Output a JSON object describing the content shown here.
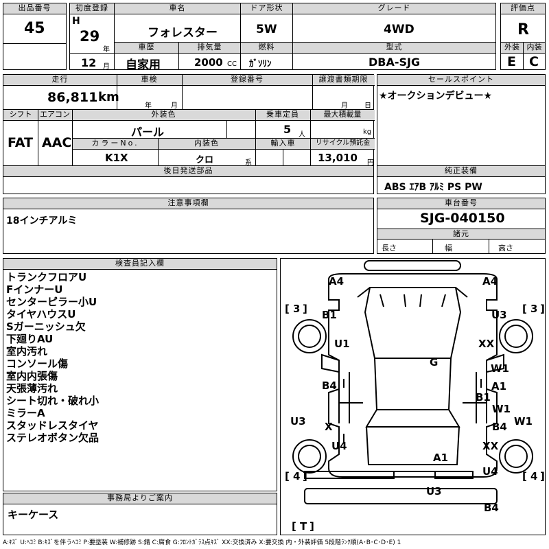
{
  "header": {
    "lot_label": "出品番号",
    "lot": "45",
    "first_reg_label": "初度登録",
    "era": "H",
    "year": "29",
    "year_unit": "年",
    "month": "12",
    "month_unit": "月",
    "car_name_label": "車名",
    "car_name": "フォレスター",
    "door_label": "ドア形状",
    "door": "5W",
    "grade_label": "グレード",
    "grade": "4WD",
    "score_label": "評価点",
    "score": "R",
    "history_label": "車歴",
    "history": "自家用",
    "displacement_label": "排気量",
    "displacement": "2000",
    "cc": "CC",
    "fuel_label": "燃料",
    "fuel": "ｶﾞｿﾘﾝ",
    "model_label": "型式",
    "model": "DBA-SJG",
    "ext_label": "外装",
    "ext": "E",
    "int_label": "内装",
    "int": "C"
  },
  "row2": {
    "mileage_label": "走行",
    "mileage": "86,811",
    "km": "km",
    "inspection_label": "車検",
    "insp_year": "年",
    "insp_month": "月",
    "reg_no_label": "登録番号",
    "transfer_label": "譲渡書類期限",
    "tr_month": "月",
    "tr_day": "日",
    "sales_label": "セールスポイント",
    "sales": "★オークションデビュー★",
    "shift_label": "シフト",
    "shift": "FAT",
    "ac_label": "エアコン",
    "ac": "AAC",
    "color_label": "外装色",
    "color": "パール",
    "capacity_label": "乗車定員",
    "capacity": "5",
    "capacity_unit": "人",
    "load_label": "最大積載量",
    "load_unit": "kg",
    "color_no_label": "カラーNo.",
    "color_no": "K1X",
    "int_color_label": "内装色",
    "int_color": "クロ",
    "int_color_unit": "系",
    "import_label": "輸入車",
    "recycle_label": "リサイクル預託金",
    "recycle": "13,010",
    "recycle_unit": "円",
    "later_label": "後日発送部品",
    "equip_label": "純正装備",
    "equip": "ABS ｴｱB ｱﾙﾐ PS PW"
  },
  "notes": {
    "caution_label": "注意事項欄",
    "caution": "18インチアルミ",
    "chassis_label": "車台番号",
    "chassis": "SJG-040150",
    "spec_label": "諸元",
    "length": "長さ",
    "width": "幅",
    "height": "高さ"
  },
  "inspector": {
    "label": "検査員記入欄",
    "lines": [
      "トランクフロアU",
      "FインナーU",
      "センターピラー小U",
      "タイヤハウスU",
      "Sガーニッシュ欠",
      "下廻りAU",
      "室内汚れ",
      "コンソール傷",
      "室内内張傷",
      "天張薄汚れ",
      "シート切れ・破れ小",
      "ミラーA",
      "スタッドレスタイヤ",
      "ステレオボタン欠品"
    ]
  },
  "office": {
    "label": "事務局よりご案内",
    "text": "キーケース"
  },
  "diagram": {
    "marks": [
      "A4",
      "A4",
      "B1",
      "U3",
      "U1",
      "XX",
      "G",
      "W1",
      "B4",
      "A1",
      "B1",
      "W1",
      "U3",
      "X",
      "B4",
      "W1",
      "U4",
      "XX",
      "A1",
      "U4",
      "U3",
      "B4"
    ],
    "tire_left_top": "3",
    "tire_right_top": "3",
    "tire_left_bot": "4",
    "tire_right_bot": "4",
    "spare": "T"
  },
  "legend": "A:ｷｽﾞ  U:ﾍｺﾐ B:ｷｽﾞを伴うﾍｺﾐ P:要塗装 W:補修跡 S:錆 C:腐食 G:ﾌﾛﾝﾄｶﾞﾗｽ点ｷｽﾞ XX:交換済み X:要交換  内・外装評価  5段階ﾗﾝｸ順(A･B･C･D･E) 1"
}
